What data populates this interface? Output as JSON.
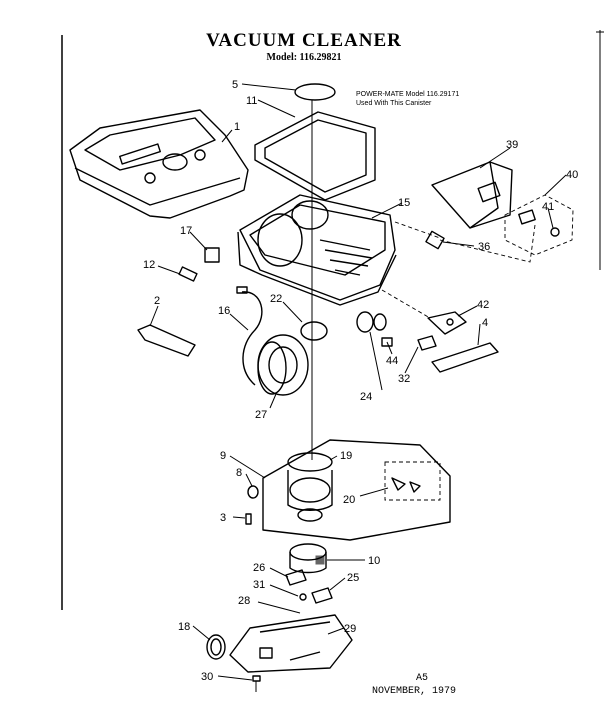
{
  "title": "VACUUM CLEANER",
  "model": "Model: 116.29821",
  "note_line1": "POWER-MATE Model 116.29171",
  "note_line2": "Used With This Canister",
  "footer_code": "A5",
  "footer_date": "NOVEMBER, 1979",
  "parts": {
    "p1": "1",
    "p2": "2",
    "p3": "3",
    "p4": "4",
    "p5": "5",
    "p8": "8",
    "p9": "9",
    "p10": "10",
    "p11": "11",
    "p12": "12",
    "p15": "15",
    "p16": "16",
    "p17": "17",
    "p18": "18",
    "p19": "19",
    "p20": "20",
    "p22": "22",
    "p24": "24",
    "p25": "25",
    "p26": "26",
    "p27": "27",
    "p28": "28",
    "p29": "29",
    "p30": "30",
    "p31": "31",
    "p32": "32",
    "p36": "36",
    "p39": "39",
    "p40": "40",
    "p41": "41",
    "p42": "42",
    "p44": "44"
  }
}
